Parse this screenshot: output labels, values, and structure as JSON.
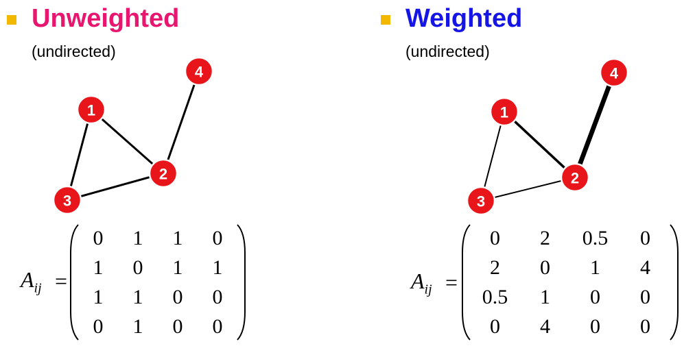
{
  "left": {
    "title": "Unweighted",
    "subtitle": "(undirected)",
    "title_color": "#e8166e",
    "bullet_color": "#f2b800",
    "lhs": "A",
    "lhs_sub": "ij",
    "eq": "=",
    "nodes": [
      {
        "id": "1",
        "label": "1"
      },
      {
        "id": "2",
        "label": "2"
      },
      {
        "id": "3",
        "label": "3"
      },
      {
        "id": "4",
        "label": "4"
      }
    ],
    "edges": [
      {
        "from": "1",
        "to": "2",
        "weight": 1
      },
      {
        "from": "1",
        "to": "3",
        "weight": 1
      },
      {
        "from": "2",
        "to": "3",
        "weight": 1
      },
      {
        "from": "2",
        "to": "4",
        "weight": 1
      }
    ],
    "matrix": [
      [
        "0",
        "1",
        "1",
        "0"
      ],
      [
        "1",
        "0",
        "1",
        "1"
      ],
      [
        "1",
        "1",
        "0",
        "0"
      ],
      [
        "0",
        "1",
        "0",
        "0"
      ]
    ]
  },
  "right": {
    "title": "Weighted",
    "subtitle": "(undirected)",
    "title_color": "#1515e6",
    "bullet_color": "#f2b800",
    "lhs": "A",
    "lhs_sub": "ij",
    "eq": "=",
    "nodes": [
      {
        "id": "1",
        "label": "1"
      },
      {
        "id": "2",
        "label": "2"
      },
      {
        "id": "3",
        "label": "3"
      },
      {
        "id": "4",
        "label": "4"
      }
    ],
    "edges": [
      {
        "from": "1",
        "to": "2",
        "weight": 2
      },
      {
        "from": "1",
        "to": "3",
        "weight": 1
      },
      {
        "from": "2",
        "to": "3",
        "weight": 1
      },
      {
        "from": "2",
        "to": "4",
        "weight": 4
      }
    ],
    "matrix": [
      [
        "0",
        "2",
        "0.5",
        "0"
      ],
      [
        "2",
        "0",
        "1",
        "4"
      ],
      [
        "0.5",
        "1",
        "0",
        "0"
      ],
      [
        "0",
        "4",
        "0",
        "0"
      ]
    ]
  }
}
